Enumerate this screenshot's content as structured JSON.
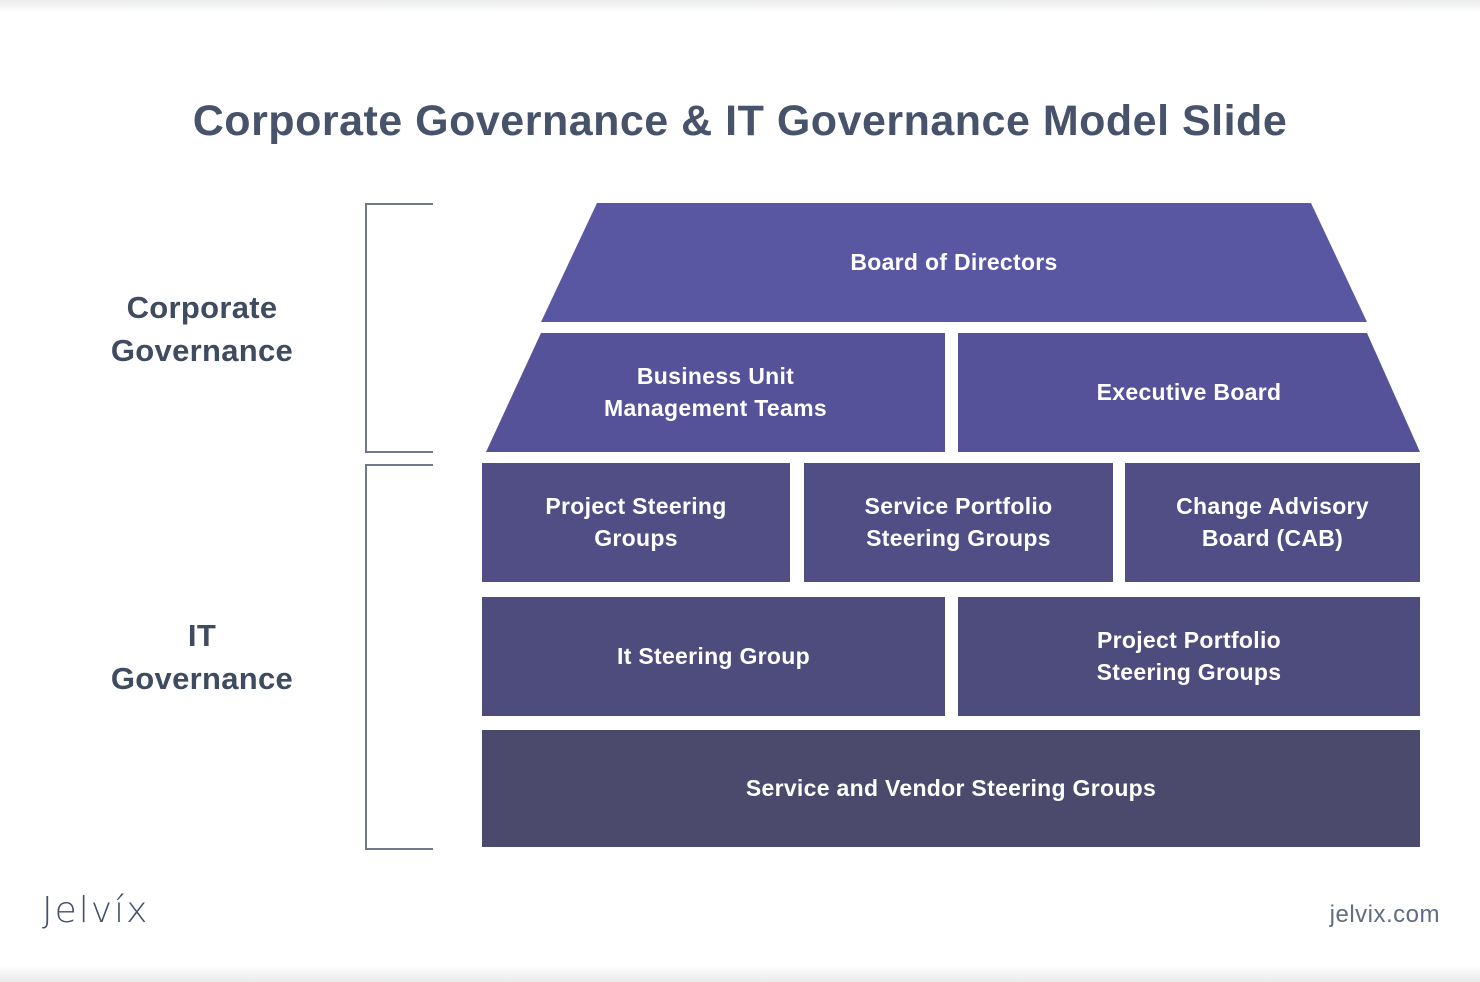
{
  "slide": {
    "title": "Corporate Governance & IT Governance Model Slide",
    "sections": [
      {
        "label": "Corporate\nGovernance"
      },
      {
        "label": "IT\nGovernance"
      }
    ],
    "pyramid": {
      "rows": [
        {
          "boxes": [
            {
              "label": "Board of Directors"
            }
          ]
        },
        {
          "boxes": [
            {
              "label": "Business Unit\nManagement Teams"
            },
            {
              "label": "Executive Board"
            }
          ]
        },
        {
          "boxes": [
            {
              "label": "Project Steering\nGroups"
            },
            {
              "label": "Service Portfolio\nSteering Groups"
            },
            {
              "label": "Change Advisory\nBoard (CAB)"
            }
          ]
        },
        {
          "boxes": [
            {
              "label": "It Steering Group"
            },
            {
              "label": "Project Portfolio\nSteering Groups"
            }
          ]
        },
        {
          "boxes": [
            {
              "label": "Service and Vendor Steering Groups"
            }
          ]
        }
      ]
    },
    "footer": {
      "logo_text": "Jelvíx",
      "website": "jelvix.com"
    },
    "colors": {
      "row1": "#5A57A2",
      "row2": "#55529A",
      "row3": "#504E85",
      "row4": "#4D4C7D",
      "row5": "#4B4A6C",
      "title_text": "#46536A",
      "section_label_text": "#3E4B60",
      "bracket_line": "#707A8A",
      "box_text": "#FFFFFF",
      "footer_text": "#5F6C81"
    }
  }
}
